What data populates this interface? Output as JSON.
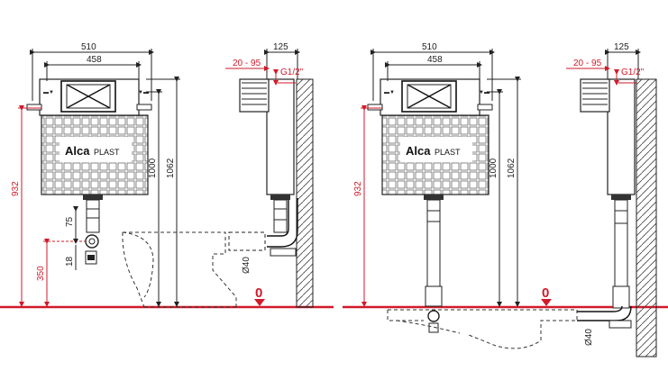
{
  "left_view": {
    "dim_width_total": "510",
    "dim_width_frame": "458",
    "dim_depth": "125",
    "dim_adjust": "20 - 95",
    "dim_thread": "G1/2\"",
    "dim_height_1000": "1000",
    "dim_height_1062": "1062",
    "dim_height_932": "932",
    "dim_height_350": "350",
    "dim_75": "75",
    "dim_18": "18",
    "dim_pipe": "Ø40",
    "floor_zero": "0",
    "logo_main": "Alca",
    "logo_sub": "PLAST"
  },
  "right_view": {
    "dim_width_total": "510",
    "dim_width_frame": "458",
    "dim_depth": "125",
    "dim_adjust": "20 - 95",
    "dim_thread": "G1/2\"",
    "dim_height_1000": "1000",
    "dim_height_1062": "1062",
    "dim_height_932": "932",
    "dim_pipe": "Ø40",
    "floor_zero": "0",
    "logo_main": "Alca",
    "logo_sub": "PLAST"
  },
  "colors": {
    "floor_line": "#d11a2a",
    "dimension_red": "#d11a2a",
    "line_dark": "#222222"
  }
}
